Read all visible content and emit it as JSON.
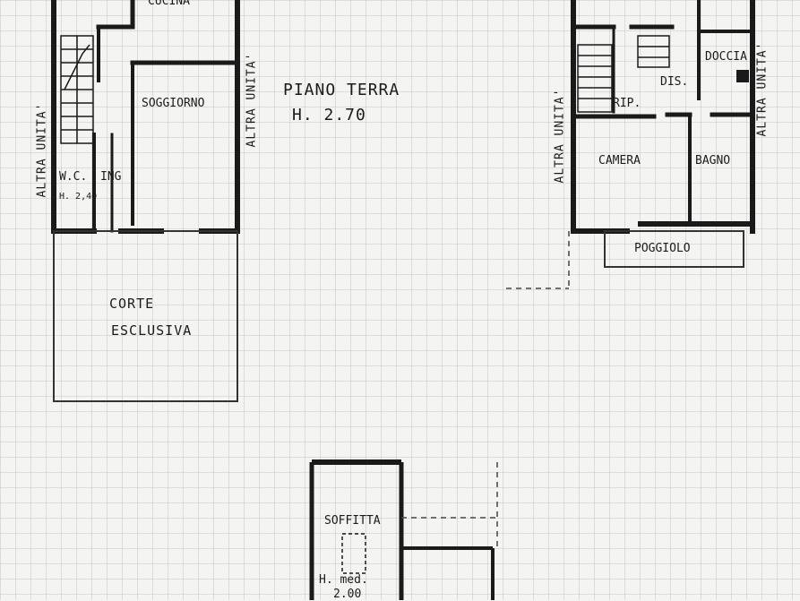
{
  "plan": {
    "floor_title": "PIANO TERRA",
    "floor_height": "H. 2.70",
    "rooms": {
      "cucina": "CUCINA",
      "soggiorno": "SOGGIORNO",
      "wc": "W.C.",
      "wc_height": "H. 2,40",
      "ingresso": "ING",
      "corte_line1": "CORTE",
      "corte_line2": "ESCLUSIVA",
      "camera": "CAMERA",
      "bagno": "BAGNO",
      "doccia": "DOCCIA",
      "disimpegno": "DIS.",
      "ripostiglio": "RIP.",
      "poggiolo": "POGGIOLO",
      "soffitta": "SOFFITTA",
      "soffitta_h1": "H. med.",
      "soffitta_h2": "2.00"
    },
    "other_unit_label": "ALTRA UNITA'"
  }
}
